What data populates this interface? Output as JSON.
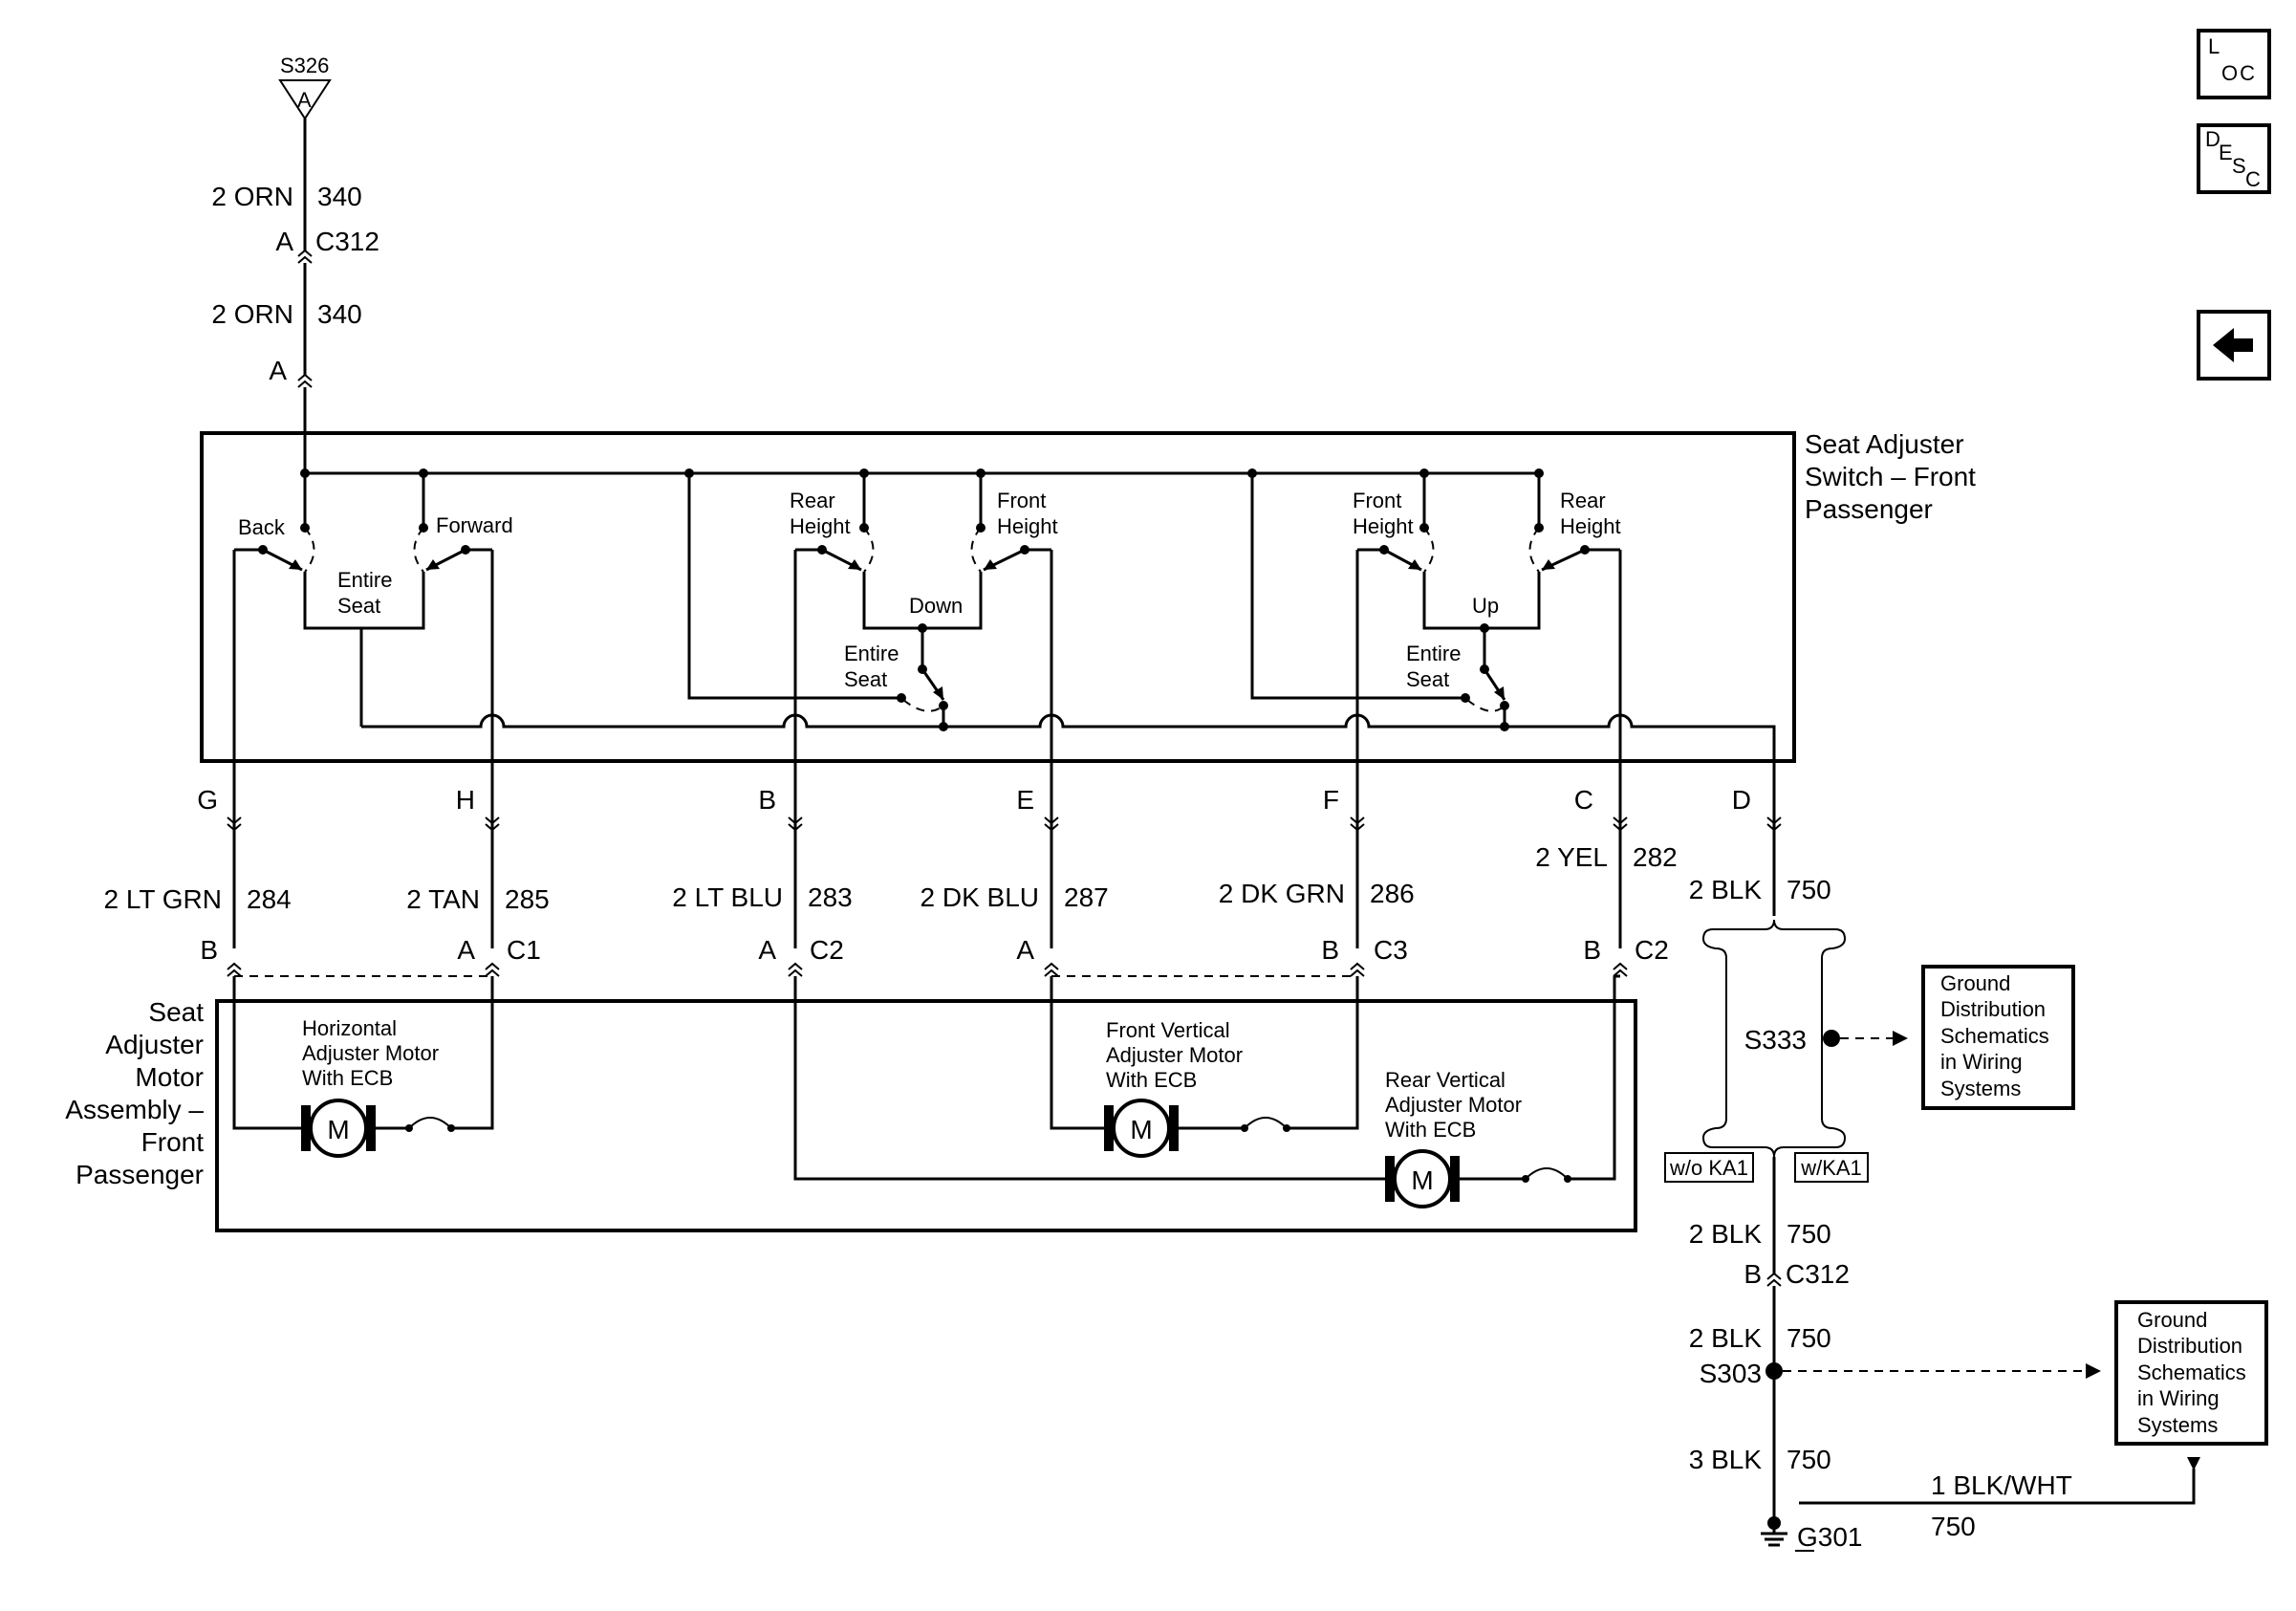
{
  "nav": {
    "loc_l": "L",
    "loc_oc": "OC",
    "desc_d": "D",
    "desc_e": "E",
    "desc_s": "S",
    "desc_c": "C"
  },
  "top": {
    "splice": "S326",
    "splice_pin": "A",
    "wire1_gauge": "2 ORN",
    "wire1_circuit": "340",
    "conn_pin": "A",
    "conn": "C312",
    "wire2_gauge": "2 ORN",
    "wire2_circuit": "340",
    "switch_pin": "A"
  },
  "switch": {
    "title": [
      "Seat Adjuster",
      "Switch – Front",
      "Passenger"
    ],
    "back": "Back",
    "forward": "Forward",
    "entire_seat": [
      "Entire",
      "Seat"
    ],
    "rear_height_1": [
      "Rear",
      "Height"
    ],
    "front_height_1": [
      "Front",
      "Height"
    ],
    "down": "Down",
    "entire_seat_2": [
      "Entire",
      "Seat"
    ],
    "front_height_2": [
      "Front",
      "Height"
    ],
    "rear_height_2": [
      "Rear",
      "Height"
    ],
    "up": "Up",
    "entire_seat_3": [
      "Entire",
      "Seat"
    ]
  },
  "pins": [
    "G",
    "H",
    "B",
    "E",
    "F",
    "C",
    "D"
  ],
  "wires": [
    {
      "gauge": "2 LT GRN",
      "circuit": "284"
    },
    {
      "gauge": "2 TAN",
      "circuit": "285"
    },
    {
      "gauge": "2 LT BLU",
      "circuit": "283"
    },
    {
      "gauge": "2 DK BLU",
      "circuit": "287"
    },
    {
      "gauge": "2 DK GRN",
      "circuit": "286"
    },
    {
      "gauge": "2 YEL",
      "circuit": "282"
    },
    {
      "gauge": "2 BLK",
      "circuit": "750"
    }
  ],
  "motor_pins": {
    "c1_b": "B",
    "c1_a": "A",
    "c1": "C1",
    "c2_a": "A",
    "c2": "C2",
    "c3_a": "A",
    "c3_b": "B",
    "c3": "C3",
    "c2b_b": "B",
    "c2b": "C2"
  },
  "motor_assembly": {
    "title": [
      "Seat",
      "Adjuster",
      "Motor",
      "Assembly –",
      "Front",
      "Passenger"
    ],
    "horizontal": [
      "Horizontal",
      "Adjuster Motor",
      "With ECB"
    ],
    "front_vertical": [
      "Front Vertical",
      "Adjuster Motor",
      "With ECB"
    ],
    "rear_vertical": [
      "Rear Vertical",
      "Adjuster Motor",
      "With ECB"
    ],
    "motor_symbol": "M"
  },
  "ground": {
    "splice_s333": "S333",
    "tag_without": "w/o KA1",
    "tag_with": "w/KA1",
    "ref_box_1": [
      "Ground",
      "Distribution",
      "Schematics",
      "in Wiring",
      "Systems"
    ],
    "wire_a_gauge": "2 BLK",
    "wire_a_circuit": "750",
    "conn_pin": "B",
    "conn": "C312",
    "wire_b_gauge": "2 BLK",
    "wire_b_circuit": "750",
    "splice_s303": "S303",
    "ref_box_2": [
      "Ground",
      "Distribution",
      "Schematics",
      "in Wiring",
      "Systems"
    ],
    "wire_c_gauge": "3 BLK",
    "wire_c_circuit": "750",
    "wire_d_gauge": "1 BLK/WHT",
    "wire_d_circuit": "750",
    "ground_point": "G301"
  }
}
